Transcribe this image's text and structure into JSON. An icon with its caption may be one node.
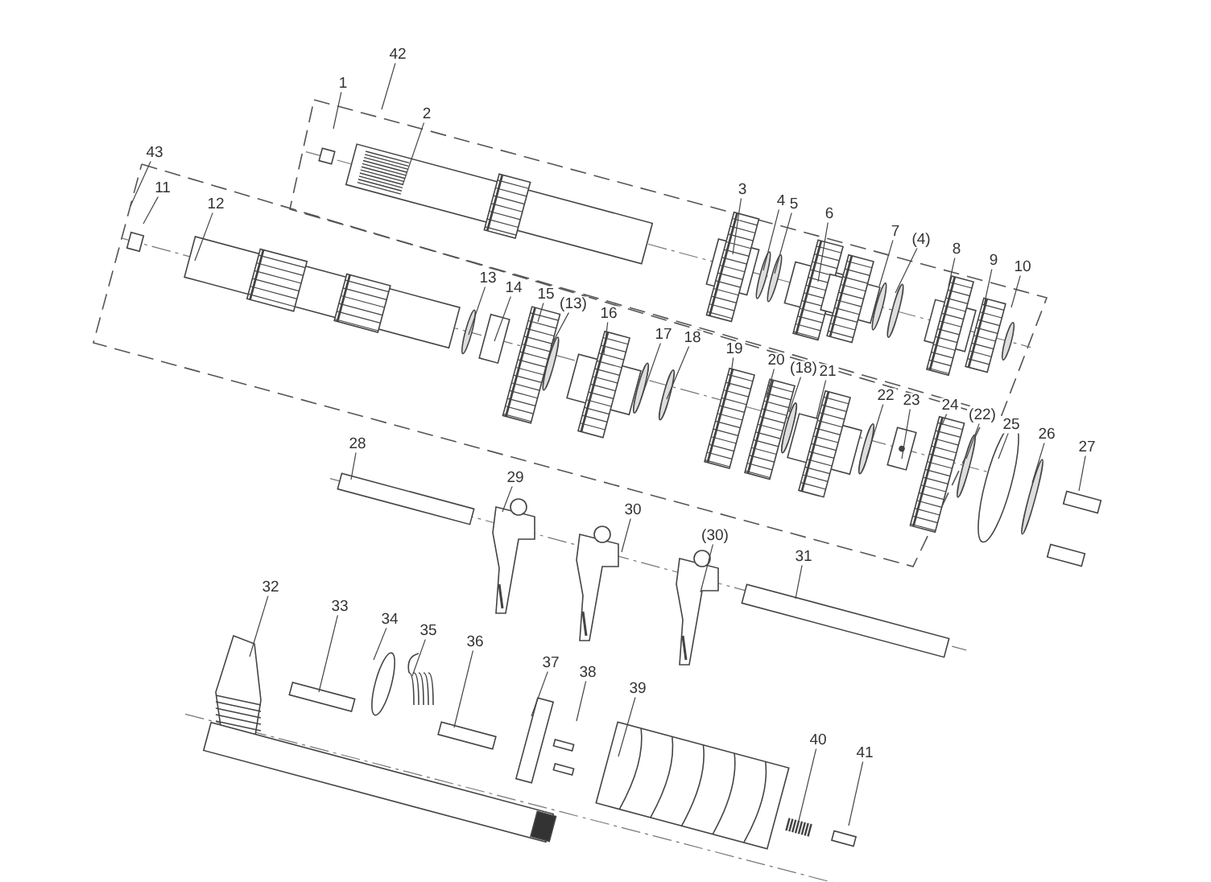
{
  "diagram": {
    "nodes": [
      {
        "text": [
          "42"
        ]
      },
      {
        "text": [
          "1"
        ]
      },
      {
        "text": [
          "2"
        ]
      },
      {
        "text": [
          "43"
        ]
      },
      {
        "text": [
          "11"
        ]
      },
      {
        "text": [
          "12"
        ]
      },
      {
        "text": [
          "3"
        ]
      },
      {
        "text": [
          "4"
        ]
      },
      {
        "text": [
          "5"
        ]
      },
      {
        "text": [
          "6"
        ]
      },
      {
        "text": [
          "7"
        ]
      },
      {
        "text": [
          "(4)"
        ]
      },
      {
        "text": [
          "8"
        ]
      },
      {
        "text": [
          "9"
        ]
      },
      {
        "text": [
          "10"
        ]
      },
      {
        "text": [
          "13"
        ]
      },
      {
        "text": [
          "14"
        ]
      },
      {
        "text": [
          "15"
        ]
      },
      {
        "text": [
          "(13)"
        ]
      },
      {
        "text": [
          "16"
        ]
      },
      {
        "text": [
          "17"
        ]
      },
      {
        "text": [
          "18"
        ]
      },
      {
        "text": [
          "19"
        ]
      },
      {
        "text": [
          "20"
        ]
      },
      {
        "text": [
          "(18)"
        ]
      },
      {
        "text": [
          "21"
        ]
      },
      {
        "text": [
          "22"
        ]
      },
      {
        "text": [
          "23"
        ]
      },
      {
        "text": [
          "24"
        ]
      },
      {
        "text": [
          "(22)"
        ]
      },
      {
        "text": [
          "25"
        ]
      },
      {
        "text": [
          "26"
        ]
      },
      {
        "text": [
          "27"
        ]
      },
      {
        "text": [
          "28"
        ]
      },
      {
        "text": [
          "29"
        ]
      },
      {
        "text": [
          "30"
        ]
      },
      {
        "text": [
          "(30)"
        ]
      },
      {
        "text": [
          "31"
        ]
      },
      {
        "text": [
          "32"
        ]
      },
      {
        "text": [
          "33"
        ]
      },
      {
        "text": [
          "34"
        ]
      },
      {
        "text": [
          "35"
        ]
      },
      {
        "text": [
          "36"
        ]
      },
      {
        "text": [
          "37"
        ]
      },
      {
        "text": [
          "38"
        ]
      },
      {
        "text": [
          "39"
        ]
      },
      {
        "text": [
          "40"
        ]
      },
      {
        "text": [
          "41"
        ]
      }
    ],
    "edges": [
      {
        "from": 0,
        "to": null,
        "arrow": "none"
      },
      {
        "from": 1,
        "to": null,
        "arrow": "none"
      },
      {
        "from": 2,
        "to": null,
        "arrow": "none"
      },
      {
        "from": 3,
        "to": null,
        "arrow": "none"
      },
      {
        "from": 4,
        "to": null,
        "arrow": "none"
      },
      {
        "from": 5,
        "to": null,
        "arrow": "none"
      },
      {
        "from": 6,
        "to": null,
        "arrow": "none"
      },
      {
        "from": 7,
        "to": null,
        "arrow": "none"
      },
      {
        "from": 8,
        "to": null,
        "arrow": "none"
      },
      {
        "from": 9,
        "to": null,
        "arrow": "none"
      },
      {
        "from": 10,
        "to": null,
        "arrow": "none"
      },
      {
        "from": 11,
        "to": null,
        "arrow": "none"
      },
      {
        "from": 12,
        "to": null,
        "arrow": "none"
      },
      {
        "from": 13,
        "to": null,
        "arrow": "none"
      },
      {
        "from": 14,
        "to": null,
        "arrow": "none"
      },
      {
        "from": 15,
        "to": null,
        "arrow": "none"
      },
      {
        "from": 16,
        "to": null,
        "arrow": "none"
      },
      {
        "from": 17,
        "to": null,
        "arrow": "none"
      },
      {
        "from": 18,
        "to": null,
        "arrow": "none"
      },
      {
        "from": 19,
        "to": null,
        "arrow": "none"
      },
      {
        "from": 20,
        "to": null,
        "arrow": "none"
      },
      {
        "from": 21,
        "to": null,
        "arrow": "none"
      },
      {
        "from": 22,
        "to": null,
        "arrow": "none"
      },
      {
        "from": 23,
        "to": null,
        "arrow": "none"
      },
      {
        "from": 24,
        "to": null,
        "arrow": "none"
      },
      {
        "from": 25,
        "to": null,
        "arrow": "none"
      },
      {
        "from": 26,
        "to": null,
        "arrow": "none"
      },
      {
        "from": 27,
        "to": null,
        "arrow": "none"
      },
      {
        "from": 28,
        "to": null,
        "arrow": "none"
      },
      {
        "from": 29,
        "to": null,
        "arrow": "none"
      },
      {
        "from": 30,
        "to": null,
        "arrow": "none"
      },
      {
        "from": 31,
        "to": null,
        "arrow": "none"
      },
      {
        "from": 32,
        "to": null,
        "arrow": "none"
      },
      {
        "from": 33,
        "to": null,
        "arrow": "none"
      },
      {
        "from": 34,
        "to": null,
        "arrow": "none"
      },
      {
        "from": 35,
        "to": null,
        "arrow": "none"
      },
      {
        "from": 36,
        "to": null,
        "arrow": "none"
      },
      {
        "from": 37,
        "to": null,
        "arrow": "none"
      },
      {
        "from": 38,
        "to": null,
        "arrow": "none"
      },
      {
        "from": 39,
        "to": null,
        "arrow": "none"
      },
      {
        "from": 40,
        "to": null,
        "arrow": "none"
      },
      {
        "from": 41,
        "to": null,
        "arrow": "none"
      },
      {
        "from": 42,
        "to": null,
        "arrow": "none"
      },
      {
        "from": 43,
        "to": null,
        "arrow": "none"
      },
      {
        "from": 44,
        "to": null,
        "arrow": "none"
      },
      {
        "from": 45,
        "to": null,
        "arrow": "none"
      },
      {
        "from": 46,
        "to": null,
        "arrow": "none"
      },
      {
        "from": 47,
        "to": null,
        "arrow": "none"
      }
    ]
  }
}
